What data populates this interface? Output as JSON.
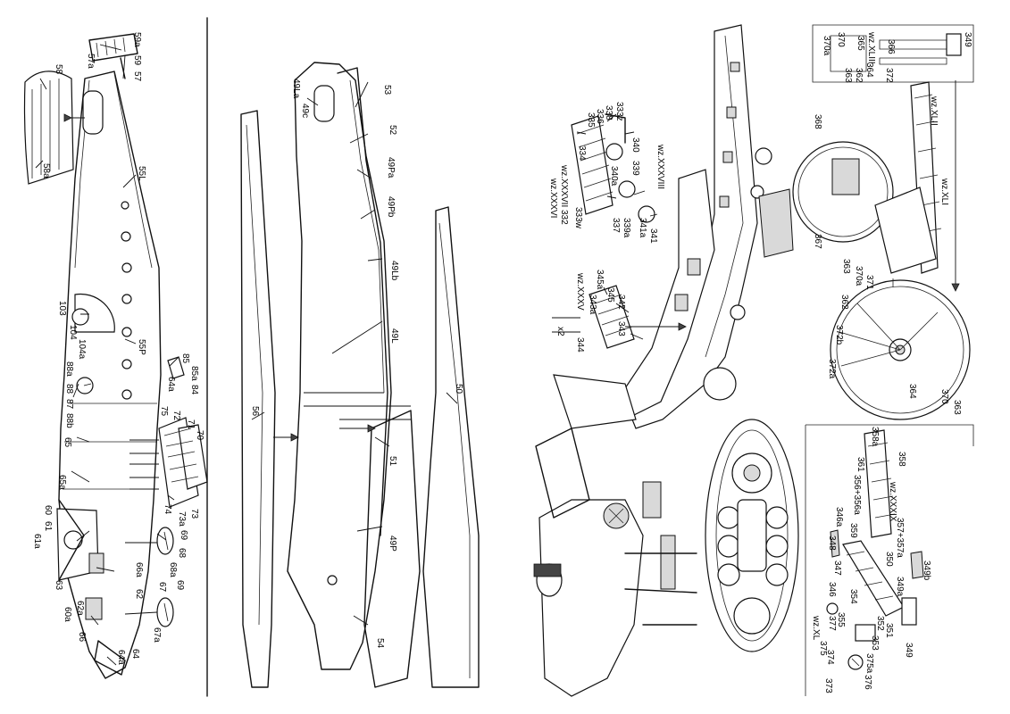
{
  "panel_left": {
    "labels": [
      "59a",
      "59",
      "57",
      "57a",
      "58",
      "58a",
      "55L",
      "103",
      "104",
      "104a",
      "55P",
      "85",
      "85a",
      "84",
      "64a",
      "88a",
      "88",
      "87",
      "88b",
      "75",
      "72",
      "71",
      "70",
      "65",
      "74",
      "73",
      "73a",
      "65a",
      "69",
      "68",
      "68a",
      "60",
      "61",
      "61a",
      "66a",
      "62",
      "63",
      "62a",
      "60a",
      "66",
      "67",
      "69",
      "67a",
      "64",
      "64a"
    ]
  },
  "panel_middle": {
    "labels": [
      "49La",
      "49c",
      "53",
      "52",
      "49Pa",
      "49Pb",
      "49Lb",
      "49L",
      "50",
      "56",
      "51",
      "49P",
      "54"
    ]
  },
  "panel_right": {
    "labels": [
      "335",
      "336",
      "338",
      "333z",
      "334",
      "340",
      "wz.XXXVII",
      "wz.XXXVI",
      "332",
      "333w",
      "340a",
      "339",
      "wz.XXXVIII",
      "337",
      "339a",
      "341a",
      "341",
      "wz.XXXV",
      "345a",
      "345",
      "342",
      "343a",
      "x2",
      "344",
      "343",
      "370a",
      "370",
      "365",
      "wz.XLIII",
      "366",
      "349",
      "363",
      "362",
      "364",
      "372",
      "wz.XLII",
      "368",
      "wz.XLI",
      "367",
      "363",
      "370a",
      "371",
      "362",
      "372b",
      "372a",
      "364",
      "370",
      "363",
      "358a",
      "361",
      "358",
      "356+356a",
      "wz.XXXIX",
      "346a",
      "359",
      "357+357a",
      "348",
      "347",
      "350",
      "346",
      "354",
      "349a",
      "349b",
      "355",
      "wz.XL",
      "377",
      "375",
      "374",
      "352",
      "351",
      "353",
      "375a",
      "376",
      "373",
      "349"
    ]
  },
  "colors": {
    "line": "#111111",
    "background": "#ffffff",
    "shade": "#d9d9d9"
  }
}
